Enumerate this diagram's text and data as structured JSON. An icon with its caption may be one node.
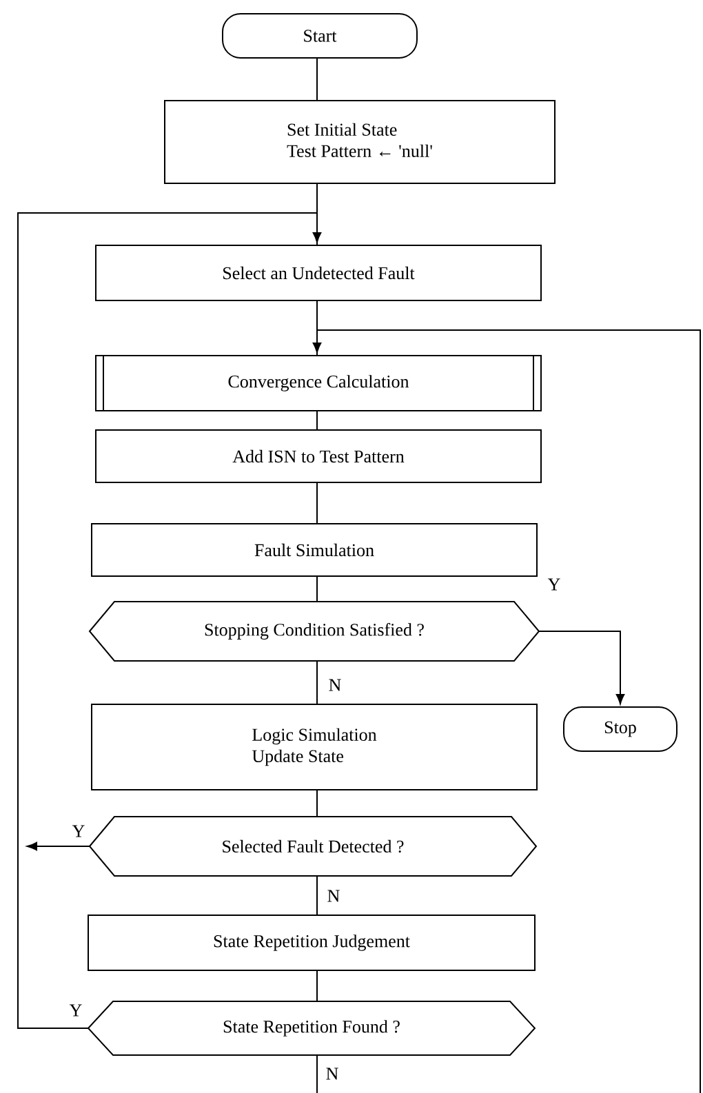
{
  "diagram": {
    "nodes": [
      {
        "text": [
          "Start"
        ]
      },
      {
        "text": [
          "Set Initial State",
          "Test Pattern ← 'null'"
        ]
      },
      {
        "text": [
          "Select an Undetected Fault"
        ]
      },
      {
        "text": [
          "Convergence Calculation"
        ]
      },
      {
        "text": [
          "Add ISN to Test Pattern"
        ]
      },
      {
        "text": [
          "Fault Simulation"
        ]
      },
      {
        "text": [
          "Stopping Condition Satisfied ?"
        ]
      },
      {
        "text": [
          "Stop"
        ]
      },
      {
        "text": [
          "Logic Simulation",
          "Update State"
        ]
      },
      {
        "text": [
          "Selected Fault Detected ?"
        ]
      },
      {
        "text": [
          "State Repetition Judgement"
        ]
      },
      {
        "text": [
          "State Repetition Found ?"
        ]
      }
    ],
    "edges": [
      {
        "from": 0,
        "to": 1,
        "arrow": "none"
      },
      {
        "from": 1,
        "to": 2,
        "arrow": "none"
      },
      {
        "from": 2,
        "to": 3,
        "arrow": "none"
      },
      {
        "from": 3,
        "to": 4,
        "arrow": "none"
      },
      {
        "from": 4,
        "to": 5,
        "arrow": "none"
      },
      {
        "from": 5,
        "to": 6,
        "arrow": "none"
      },
      {
        "from": 6,
        "to": 7,
        "arrow": "to",
        "label": "Y"
      },
      {
        "from": 6,
        "to": 8,
        "arrow": "none",
        "label": "N"
      },
      {
        "from": 8,
        "to": 9,
        "arrow": "none"
      },
      {
        "from": 9,
        "to": null,
        "arrow": "to",
        "label": "Y"
      },
      {
        "from": 9,
        "to": 10,
        "arrow": "none",
        "label": "N"
      },
      {
        "from": 10,
        "to": 11,
        "arrow": "none"
      },
      {
        "from": 11,
        "to": 2,
        "arrow": "to",
        "label": "Y"
      },
      {
        "from": 11,
        "to": null,
        "arrow": "none",
        "label": "N"
      },
      {
        "from": null,
        "to": 3,
        "arrow": "to"
      }
    ]
  }
}
